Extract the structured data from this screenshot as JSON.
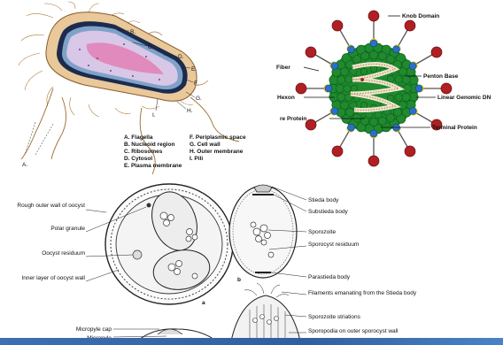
{
  "bacterium": {
    "markers": [
      "A.",
      "B.",
      "C.",
      "D.",
      "E.",
      "F.",
      "G.",
      "H.",
      "I."
    ],
    "legend_left": [
      "A. Flagella",
      "B. Nucleoid region",
      "C. Ribosomes",
      "D. Cytosol",
      "E. Plasma membrane"
    ],
    "legend_right": [
      "F. Periplasmic space",
      "G. Cell wall",
      "H. Outer membrane",
      "I. Pili"
    ]
  },
  "adenovirus": {
    "labels": {
      "knob": "Knob Domain",
      "fiber": "Fiber",
      "penton": "Penton Base",
      "hexon": "Hexon",
      "genome": "Linear Genomic DN",
      "protein": "re Protein",
      "terminal": "Terminal Protein"
    },
    "colors": {
      "capsid": "#1f8a2e",
      "vertex": "#2a6fc9",
      "outer": "#f2e600",
      "knob": "#b01f24"
    }
  },
  "oocyst": {
    "left_labels": {
      "rough": "Rough outer wall of oocyst",
      "polar": "Polar granule",
      "residuum": "Oocyst residuum",
      "inner": "Inner layer of oocyst wall",
      "micropyle_cap": "Micropyle cap",
      "micropyle": "Micropyle"
    },
    "right_labels": {
      "stieda": "Stieda body",
      "substieda": "Substieda body",
      "sporozoite": "Sporozoite",
      "sporocyst_residuum": "Sporocyst residuum",
      "parastieda": "Parastieda body",
      "filaments": "Filaments emanating from the Stieda body",
      "striations": "Sporozoite striations",
      "sporopodia": "Sporopodia on outer sporocyst wall"
    },
    "panel_a": "a",
    "panel_b": "b"
  }
}
